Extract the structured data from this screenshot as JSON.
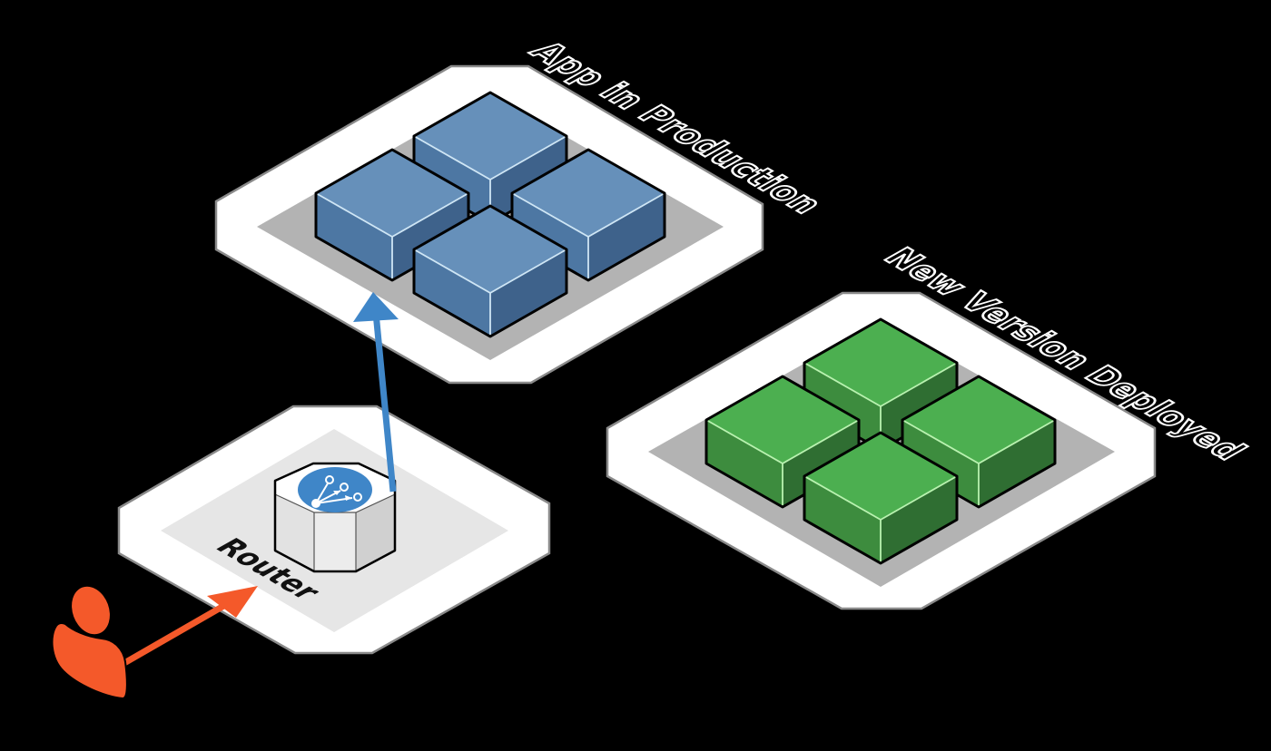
{
  "diagram": {
    "title": "Blue/Green deployment",
    "colors": {
      "background": "#000000",
      "platform": "#ffffff",
      "platform_inner": "#b3b3b3",
      "router_platform_inner": "#e6e6e6",
      "blue_top": "#6690ba",
      "blue_left": "#4d77a3",
      "blue_right": "#3e628b",
      "blue_highlight": "#cfe6f5",
      "green_top": "#4caf50",
      "green_left": "#3d8c3e",
      "green_right": "#2f6e32",
      "green_highlight": "#b9f2b0",
      "traffic_arrow": "#3f86c8",
      "user_arrow": "#f4592a",
      "user": "#f4592a",
      "router_icon": "#3f86c8"
    },
    "nodes": {
      "production": {
        "label": "App in Production",
        "instance_count": 4,
        "color_scheme": "blue",
        "receives_traffic": true
      },
      "new_version": {
        "label": "New Version Deployed",
        "instance_count": 4,
        "color_scheme": "green",
        "receives_traffic": false
      },
      "router": {
        "label": "Router",
        "icon": "route-split-icon"
      },
      "user": {
        "icon": "user-icon"
      }
    },
    "edges": [
      {
        "from": "user",
        "to": "router",
        "color": "orange"
      },
      {
        "from": "router",
        "to": "production",
        "color": "blue"
      }
    ]
  }
}
